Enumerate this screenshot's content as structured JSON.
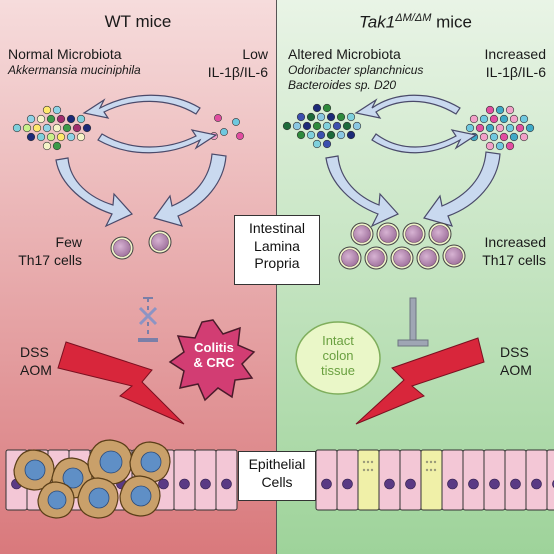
{
  "left_panel": {
    "title": "WT mice",
    "microbiota_label": "Normal Microbiota",
    "microbiota_species": [
      "Akkermansia muciniphila"
    ],
    "cytokine_label_1": "Low",
    "cytokine_label_2": "IL-1β/IL-6",
    "th17_label_1": "Few",
    "th17_label_2": "Th17 cells",
    "agent_1": "DSS",
    "agent_2": "AOM",
    "outcome_1": "Colitis",
    "outcome_2": "& CRC",
    "background_color": "#e6a6a8"
  },
  "right_panel": {
    "title": "Tak1",
    "title_superscript": "ΔM/ΔM",
    "title_suffix": " mice",
    "microbiota_label": "Altered Microbiota",
    "microbiota_species": [
      "Odoribacter splanchnicus",
      "Bacteroides sp. D20"
    ],
    "cytokine_label_1": "Increased",
    "cytokine_label_2": "IL-1β/IL-6",
    "th17_label_1": "Increased",
    "th17_label_2": "Th17 cells",
    "agent_1": "DSS",
    "agent_2": "AOM",
    "outcome_1": "Intact",
    "outcome_2": "colon",
    "outcome_3": "tissue",
    "background_color": "#bfe0bd"
  },
  "center": {
    "lamina_1": "Intestinal",
    "lamina_2": "Lamina",
    "lamina_3": "Propria",
    "epithelial_1": "Epithelial",
    "epithelial_2": "Cells"
  },
  "colors": {
    "arrow_fill": "#c9d9ef",
    "th17_cell": "#b98ab5",
    "tumor": "#c9a06a",
    "tumor_nucleus": "#5f8fc6",
    "epithelium": "#f3c7d6",
    "goblet": "#f0f0a8",
    "bolt": "#d8263b",
    "colitis_burst": "#d23d73"
  }
}
